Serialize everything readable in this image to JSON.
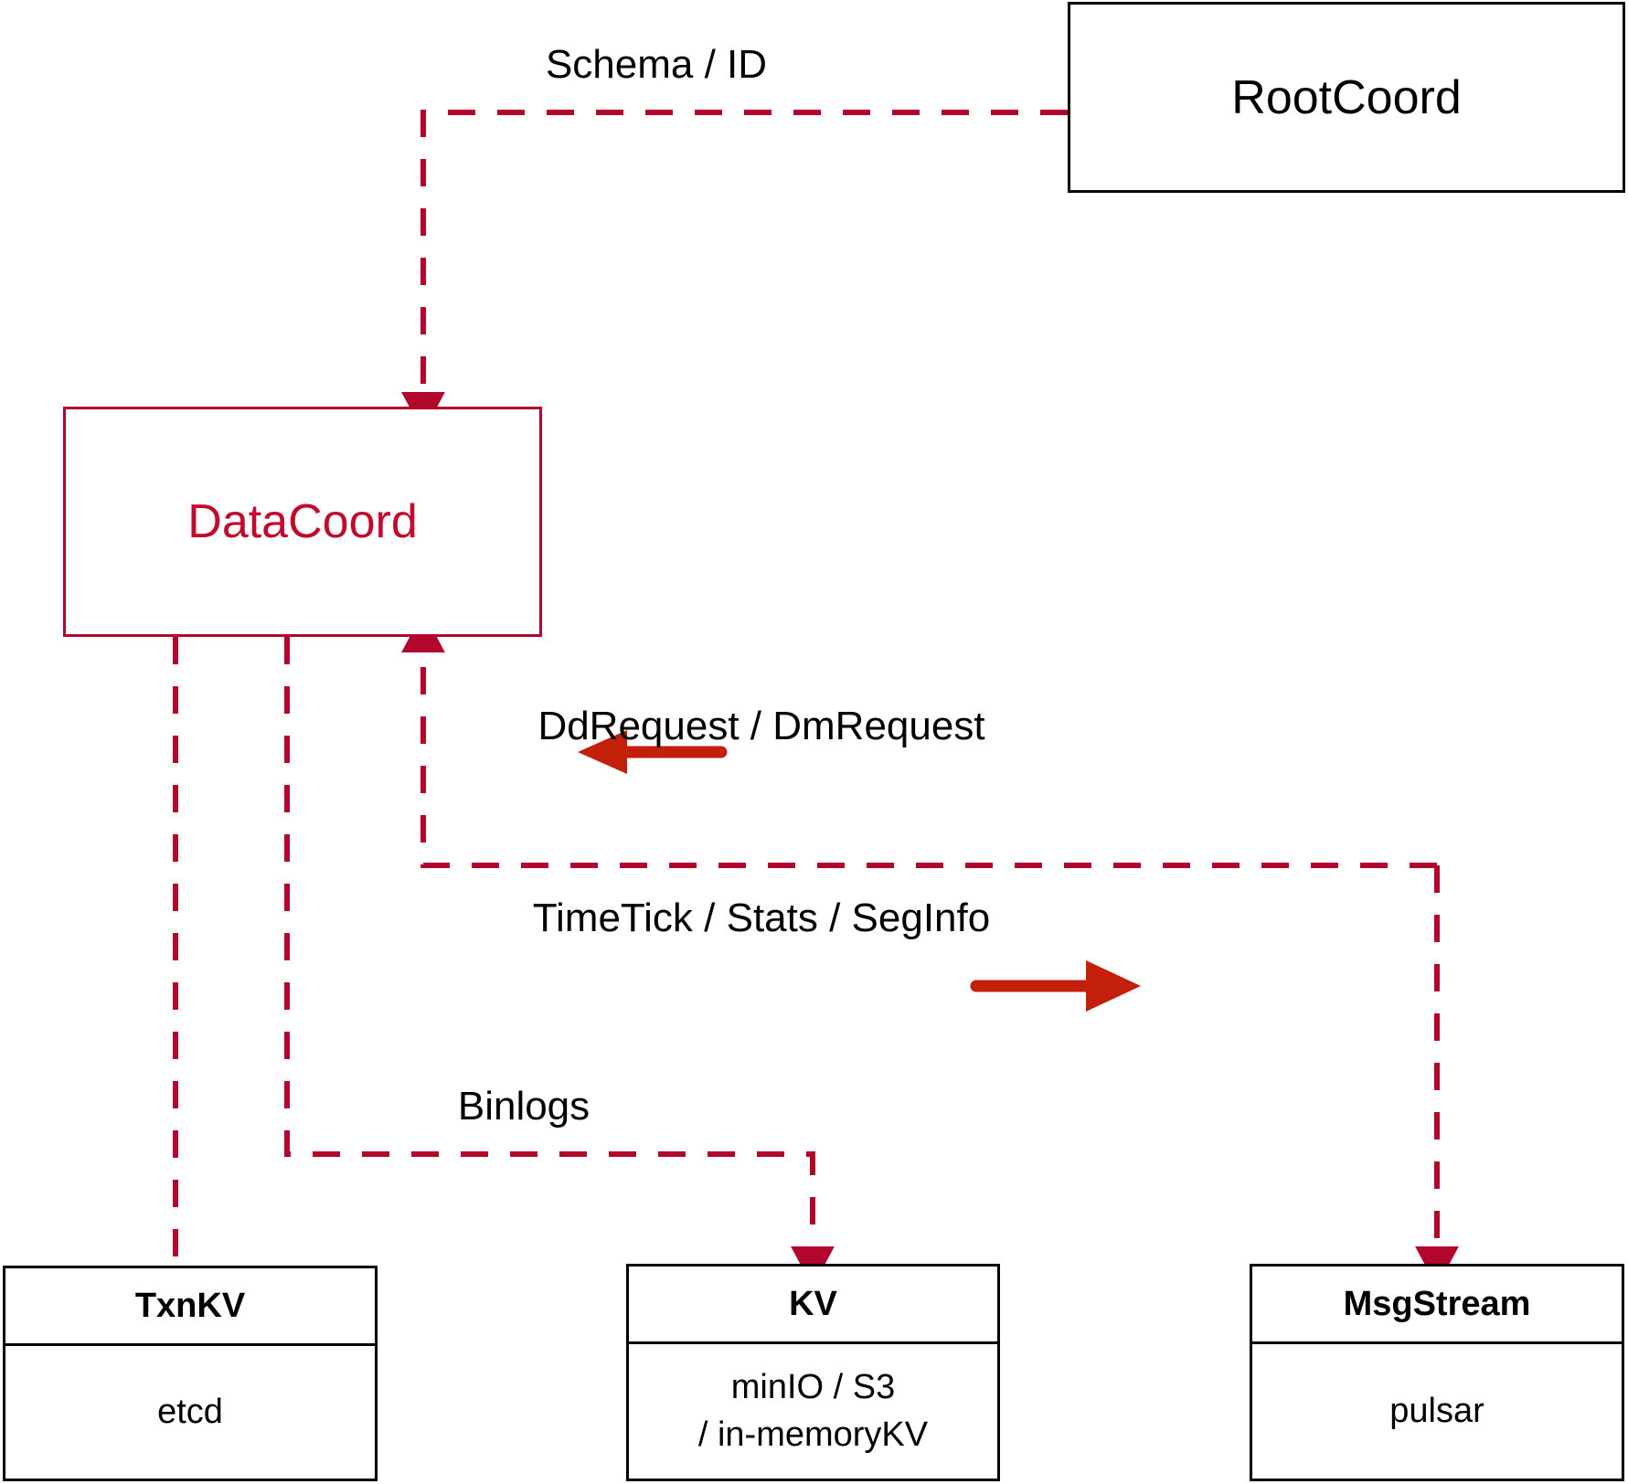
{
  "diagram": {
    "title": "DataCoord architecture",
    "colors": {
      "dashed_edge": "#b3062c",
      "solid_arrow": "#c41f0b",
      "accent_node_text": "#c20a2e",
      "node_border": "#000000",
      "background": "#ffffff"
    }
  },
  "nodes": {
    "rootcoord": {
      "label": "RootCoord"
    },
    "datacoord": {
      "label": "DataCoord"
    },
    "txnkv": {
      "title": "TxnKV",
      "body_lines": [
        "etcd"
      ]
    },
    "kv": {
      "title": "KV",
      "body_lines": [
        "minIO / S3",
        "/ in-memoryKV"
      ]
    },
    "msgstream": {
      "title": "MsgStream",
      "body_lines": [
        "pulsar"
      ]
    }
  },
  "edges": [
    {
      "id": "schema-id",
      "label": "Schema / ID",
      "from": "rootcoord",
      "to": "datacoord",
      "style": "dashed"
    },
    {
      "id": "dd-dm-request",
      "label": "DdRequest / DmRequest",
      "from": "msgstream",
      "to": "datacoord",
      "style": "dashed"
    },
    {
      "id": "timetick",
      "label": "TimeTick / Stats / SegInfo",
      "from": "datacoord",
      "to": "msgstream",
      "style": "dashed"
    },
    {
      "id": "binlogs",
      "label": "Binlogs",
      "from": "datacoord",
      "to": "kv",
      "style": "dashed"
    },
    {
      "id": "txnkv-link",
      "label": "",
      "from": "datacoord",
      "to": "txnkv",
      "style": "dashed"
    }
  ]
}
